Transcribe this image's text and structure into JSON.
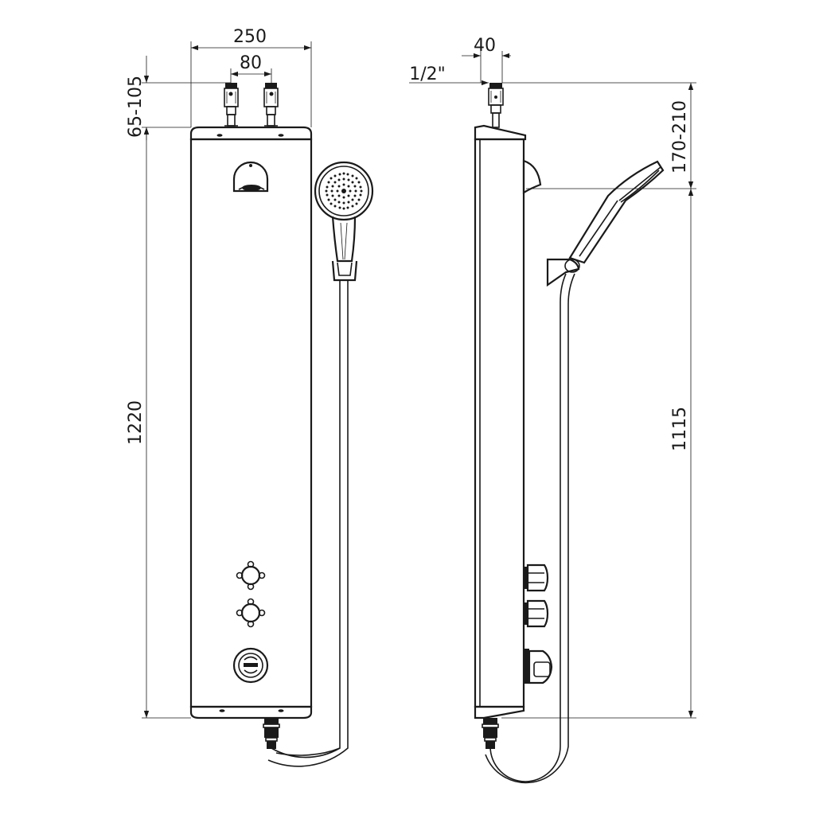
{
  "front_view": {
    "width_label": "250",
    "inlet_spacing_label": "80",
    "inlet_height_label": "65-105",
    "panel_height_label": "1220"
  },
  "side_view": {
    "depth_label": "40",
    "thread_label": "1/2\"",
    "top_offset_label": "170-210",
    "holder_height_label": "1115"
  }
}
